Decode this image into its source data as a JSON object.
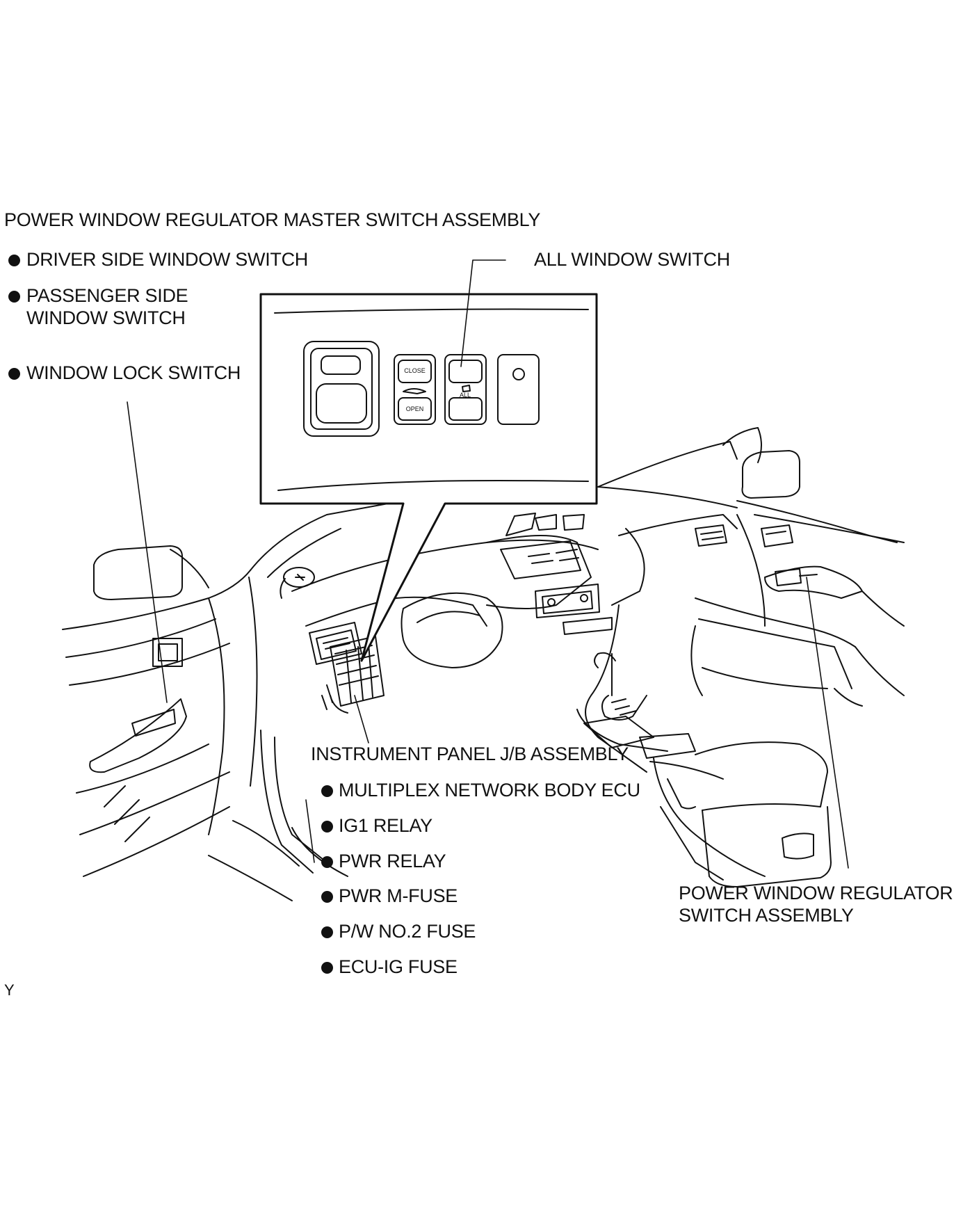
{
  "labels": {
    "master_assembly": "POWER WINDOW REGULATOR MASTER SWITCH ASSEMBLY",
    "driver_switch": "DRIVER SIDE WINDOW SWITCH",
    "passenger_switch": "PASSENGER SIDE\nWINDOW SWITCH",
    "lock_switch": "WINDOW LOCK SWITCH",
    "all_window_switch": "ALL WINDOW SWITCH",
    "jb_assembly": "INSTRUMENT PANEL J/B ASSEMBLY",
    "regulator_switch": "POWER WINDOW REGULATOR\nSWITCH ASSEMBLY",
    "figure_code": "Y"
  },
  "jb_components": [
    "MULTIPLEX NETWORK BODY ECU",
    "IG1 RELAY",
    "PWR RELAY",
    "PWR M-FUSE",
    "P/W NO.2 FUSE",
    "ECU-IG FUSE"
  ],
  "switch_panel_text": {
    "close": "CLOSE",
    "open": "OPEN",
    "all": "ALL"
  }
}
